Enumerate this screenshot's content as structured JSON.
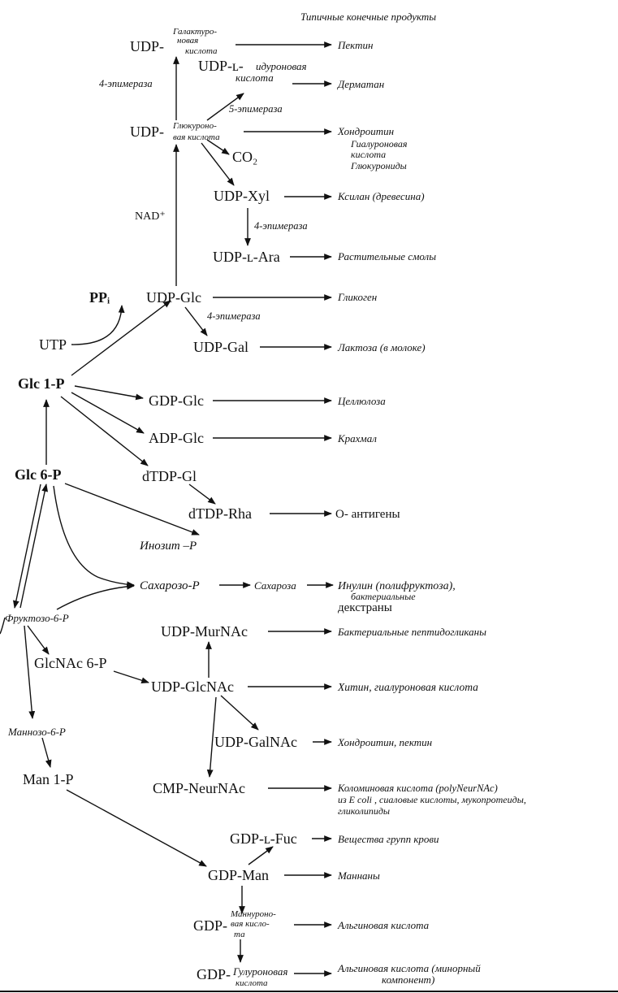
{
  "header": "Типичные конечные продукты",
  "nodes": {
    "udp_galacturonic_prefix": "UDP-",
    "galacturonic_1": "Галактуро-",
    "galacturonic_2": "новая",
    "galacturonic_3": "кислота",
    "udp_iduronic_prefix": "UDP-ʟ-",
    "iduronic_1": "идуроновая",
    "iduronic_2": "кислота",
    "udp_glucuronic_prefix": "UDP-",
    "glucuronic_1": "Глюкуроно-",
    "glucuronic_2": "вая  кислота",
    "co2": "CO₂",
    "udp_xyl": "UDP-Xyl",
    "udp_ara": "UDP-ʟ-Ara",
    "nad": "NAD⁺",
    "ppi": "PPᵢ",
    "udp_glc": "UDP-Glc",
    "utp": "UTP",
    "udp_gal": "UDP-Gal",
    "glc1p": "Glc 1-P",
    "gdp_glc": "GDP-Glc",
    "adp_glc": "ADP-Glc",
    "dtdp_gl": "dTDP-Gl",
    "glc6p": "Glc 6-P",
    "dtdp_rha": "dTDP-Rha",
    "o_antigens": "O- антигены",
    "inosit_p": "Инозит –P",
    "sucrose_p": "Сахарозо-P",
    "sucrose": "Сахароза",
    "fructose6p": "Фруктозо-6-P",
    "udp_murnac": "UDP-MurNAc",
    "glcnac6p": "GlcNAc 6-P",
    "udp_glcnac": "UDP-GlcNAc",
    "mannose6p": "Маннозо-6-P",
    "udp_galnac": "UDP-GalNAc",
    "man1p": "Man 1-P",
    "cmp_neurnac": "CMP-NeurNAc",
    "gdp_fuc": "GDP-ʟ-Fuc",
    "gdp_man": "GDP-Man",
    "gdp_mannuronic_prefix": "GDP-",
    "mannuronic_1": "Маннуроно-",
    "mannuronic_2": "вая кисло-",
    "mannuronic_3": "та",
    "gdp_guluronic_prefix": "GDP-",
    "guluronic_1": "Гулуроновая",
    "guluronic_2": "кислота"
  },
  "enzymes": {
    "epimerase4_top": "4-эпимераза",
    "epimerase5": "5-эпимераза",
    "epimerase4_xyl": "4-эпимераза",
    "epimerase4_glc": "4-эпимераза"
  },
  "products": {
    "pectin": "Пектин",
    "dermatan": "Дерматан",
    "chondroitin": "Хондроитин",
    "hyaluronic_1": "Гиалуроновая",
    "hyaluronic_2": "кислота",
    "glucuronides": "Глюкурониды",
    "xylan": "Ксилан (древесина)",
    "resins": "Растительные смолы",
    "glycogen": "Гликоген",
    "lactose": "Лактоза (в молоке)",
    "cellulose": "Целлюлоза",
    "starch": "Крахмал",
    "inulin": "Инулин (полифруктоза),",
    "bacterial": "бактериальные",
    "dextrans": "декстраны",
    "peptidoglycans": "Бактериальные пептидогликаны",
    "chitin": "Хитин, гиалуроновая кислота",
    "chondroitin_pectin": "Хондроитин, пектин",
    "colominic": "Коломиновая кислота (polyNeurNAc)",
    "ecoli": "из E coli , сиаловые кислоты, мукопротеиды,",
    "glycolipids": "гликолипиды",
    "blood_groups": "Вещества групп крови",
    "mannans": "Маннаны",
    "alginic": "Альгиновая кислота",
    "alginic_minor_1": "Альгиновая кислота (минорный",
    "alginic_minor_2": "компонент)"
  }
}
